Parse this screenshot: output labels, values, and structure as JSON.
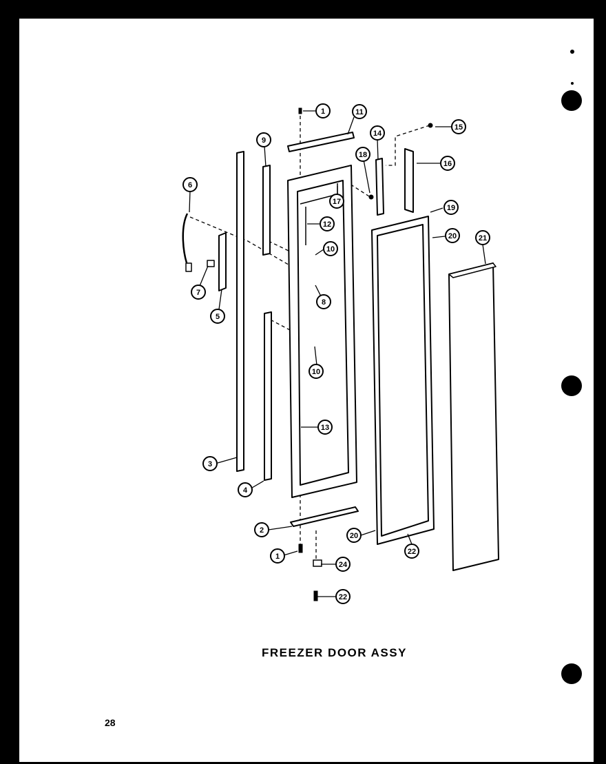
{
  "title": "FREEZER DOOR ASSY",
  "page_number": "28",
  "callouts": [
    {
      "id": "c1-top",
      "label": "1"
    },
    {
      "id": "c11",
      "label": "11"
    },
    {
      "id": "c14",
      "label": "14"
    },
    {
      "id": "c15",
      "label": "15"
    },
    {
      "id": "c9",
      "label": "9"
    },
    {
      "id": "c18",
      "label": "18"
    },
    {
      "id": "c16",
      "label": "16"
    },
    {
      "id": "c6",
      "label": "6"
    },
    {
      "id": "c17",
      "label": "17"
    },
    {
      "id": "c19",
      "label": "19"
    },
    {
      "id": "c12",
      "label": "12"
    },
    {
      "id": "c20-top",
      "label": "20"
    },
    {
      "id": "c21",
      "label": "21"
    },
    {
      "id": "c10-top",
      "label": "10"
    },
    {
      "id": "c7",
      "label": "7"
    },
    {
      "id": "c8",
      "label": "8"
    },
    {
      "id": "c5",
      "label": "5"
    },
    {
      "id": "c10-bottom",
      "label": "10"
    },
    {
      "id": "c13",
      "label": "13"
    },
    {
      "id": "c3",
      "label": "3"
    },
    {
      "id": "c4",
      "label": "4"
    },
    {
      "id": "c2",
      "label": "2"
    },
    {
      "id": "c20-bottom",
      "label": "20"
    },
    {
      "id": "c22-right",
      "label": "22"
    },
    {
      "id": "c1-bottom",
      "label": "1"
    },
    {
      "id": "c24",
      "label": "24"
    },
    {
      "id": "c22-bottom",
      "label": "22"
    }
  ]
}
